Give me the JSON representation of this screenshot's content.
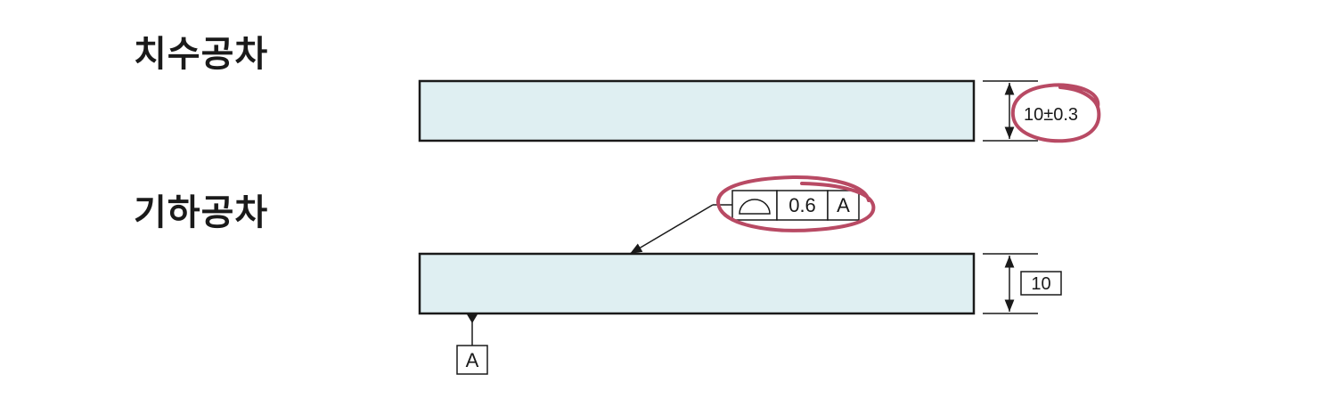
{
  "sections": {
    "dimensional": {
      "title": "치수공차",
      "dimension_text": "10±0.3"
    },
    "geometric": {
      "title": "기하공차",
      "basic_dimension": "10",
      "control_frame": {
        "symbol": "profile-of-a-surface-icon",
        "tolerance": "0.6",
        "datum": "A"
      },
      "datum_label": "A"
    }
  },
  "colors": {
    "part_fill": "#dfeff2",
    "outline": "#1a1a1a",
    "highlight": "#b84a64"
  }
}
